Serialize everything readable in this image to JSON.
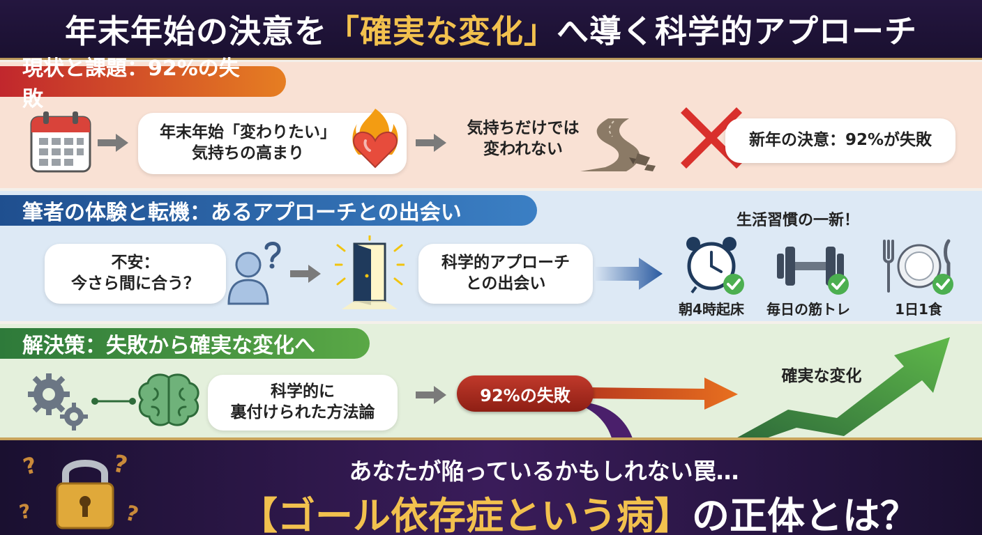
{
  "header": {
    "title_pre": "年末年始の決意を",
    "title_highlight": "「確実な変化」",
    "title_post": "へ導く科学的アプローチ"
  },
  "section1": {
    "title": "現状と課題：92%の失敗",
    "step1_line1": "年末年始「変わりたい」",
    "step1_line2": "気持ちの高まり",
    "step2_line1": "気持ちだけでは",
    "step2_line2": "変われない",
    "result": "新年の決意：92%が失敗"
  },
  "section2": {
    "title": "筆者の体験と転機：あるアプローチとの出会い",
    "anxiety_line1": "不安：",
    "anxiety_line2": "今さら間に合う？",
    "encounter_line1": "科学的アプローチ",
    "encounter_line2": "との出会い",
    "habits_title": "生活習慣の一新！",
    "habits": [
      {
        "label": "朝4時起床",
        "icon": "alarm-clock-icon"
      },
      {
        "label": "毎日の筋トレ",
        "icon": "dumbbell-icon"
      },
      {
        "label": "1日1食",
        "icon": "plate-icon"
      }
    ]
  },
  "section3": {
    "title": "解決策：失敗から確実な変化へ",
    "method_line1": "科学的に",
    "method_line2": "裏付けられた方法論",
    "fail_label": "92%の失敗",
    "success_label": "確実な変化"
  },
  "bottom": {
    "line1": "あなたが陥っているかもしれない罠…",
    "line2_highlight": "【ゴール依存症という病】",
    "line2_rest": "の正体とは？"
  },
  "colors": {
    "header_bg": "#1a1030",
    "gold": "#f2c14e",
    "section1_bg": "#f9e1d4",
    "section2_bg": "#dde9f5",
    "section3_bg": "#e4f0dc",
    "fail_red": "#c0392b",
    "success_green": "#3f9a3a"
  }
}
